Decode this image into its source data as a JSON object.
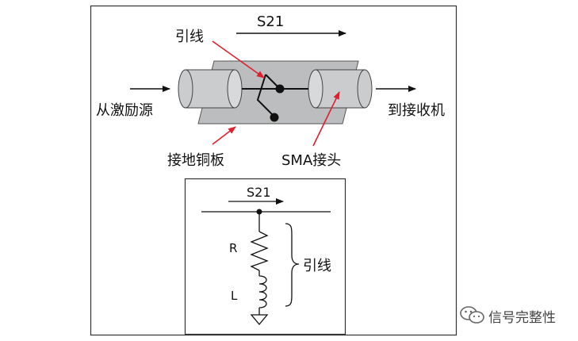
{
  "diagram": {
    "top": {
      "s21": "S21",
      "lead": "引线",
      "from_source": "从激励源",
      "to_receiver": "到接收机",
      "ground_plate": "接地铜板",
      "sma": "SMA接头"
    },
    "bottom": {
      "s21": "S21",
      "r": "R",
      "l": "L",
      "lead": "引线"
    }
  },
  "watermark": {
    "text": "信号完整性",
    "icon": "wechat-icon"
  },
  "colors": {
    "arrow_red": "#e01f2d",
    "plate": "#bcbdbe",
    "cylinder": "#cbcccd",
    "line": "#111111"
  }
}
